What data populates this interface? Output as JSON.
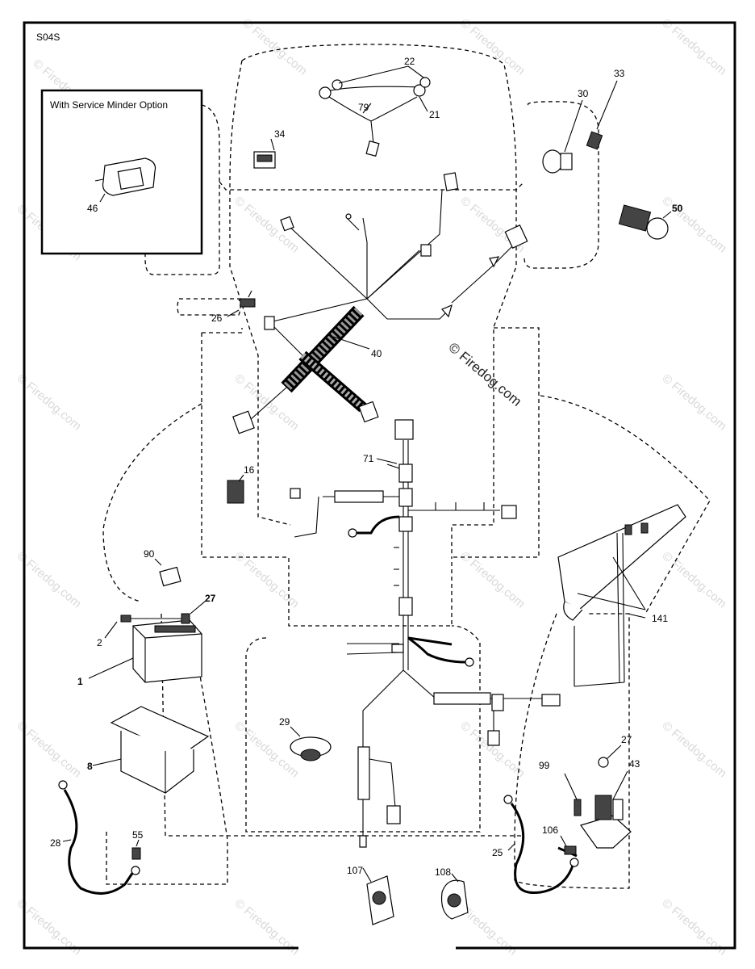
{
  "diagram_code": "S04S",
  "inset_title": "With Service Minder Option",
  "watermark_main": "© Firedog.com",
  "watermark_tile": "© Firedog.com",
  "callouts": {
    "c1": "1",
    "c2": "2",
    "c8": "8",
    "c16": "16",
    "c21": "21",
    "c22": "22",
    "c25": "25",
    "c26": "26",
    "c27a": "27",
    "c27b": "27",
    "c28": "28",
    "c29": "29",
    "c30": "30",
    "c33": "33",
    "c34": "34",
    "c40": "40",
    "c43": "43",
    "c46": "46",
    "c50": "50",
    "c55": "55",
    "c71": "71",
    "c79": "79",
    "c90": "90",
    "c99": "99",
    "c106": "106",
    "c107": "107",
    "c108": "108",
    "c141": "141"
  }
}
